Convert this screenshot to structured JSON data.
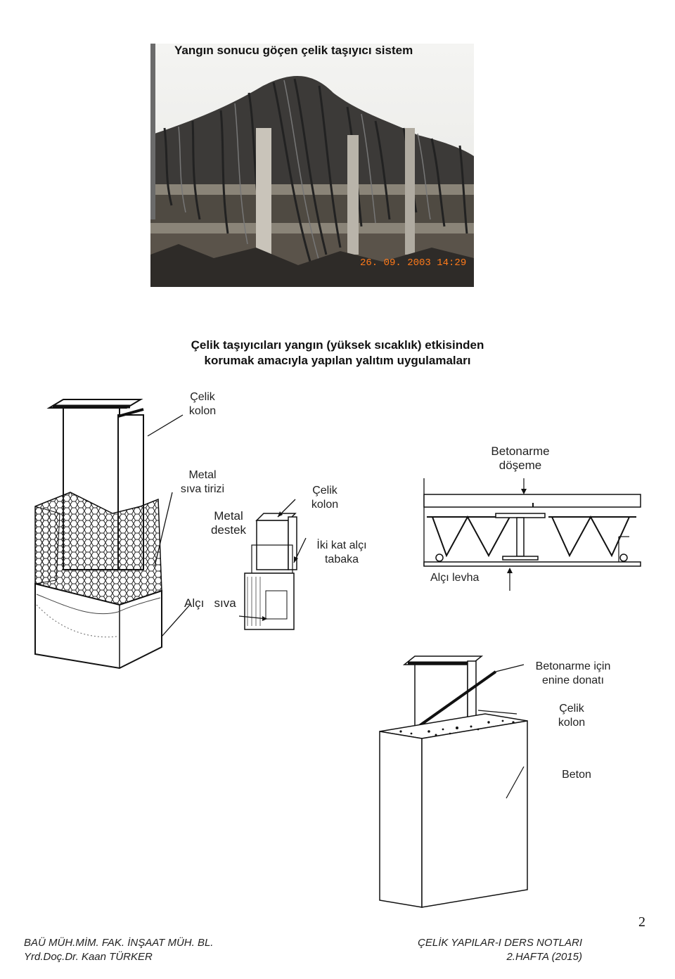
{
  "photo": {
    "title": "Yangın sonucu göçen çelik taşıyıcı sistem",
    "timestamp": "26. 09. 2003 14:29"
  },
  "section_heading": {
    "line1": "Çelik taşıyıcıları yangın (yüksek sıcaklık) etkisinden",
    "line2": "korumak amacıyla yapılan yalıtım uygulamaları"
  },
  "figure1": {
    "label_celik_kolon": [
      "Çelik",
      "kolon"
    ],
    "label_metal_siva_tirizi": [
      "Metal",
      "sıva tirizi"
    ],
    "label_metal_destek": [
      "Metal",
      "destek"
    ],
    "label_alci_siva": "Alçı   sıva"
  },
  "figure2": {
    "label_celik_kolon": [
      "Çelik",
      "kolon"
    ],
    "label_iki_kat": [
      "İki kat alçı",
      "tabaka"
    ]
  },
  "figure3": {
    "label_betonarme_doseme": [
      "Betonarme",
      "döşeme"
    ],
    "label_alci_levha": "Alçı levha"
  },
  "figure4": {
    "label_enine_donati": [
      "Betonarme için",
      "enine donatı"
    ],
    "label_celik_kolon": [
      "Çelik",
      "kolon"
    ],
    "label_beton": "Beton"
  },
  "page_number": "2",
  "footer": {
    "left_line1": "BAÜ MÜH.MİM. FAK.  İNŞAAT MÜH. BL.",
    "left_line2": "Yrd.Doç.Dr. Kaan TÜRKER",
    "right_line1": "ÇELİK YAPILAR-I DERS NOTLARI",
    "right_line2": "2.HAFTA  (2015)"
  }
}
